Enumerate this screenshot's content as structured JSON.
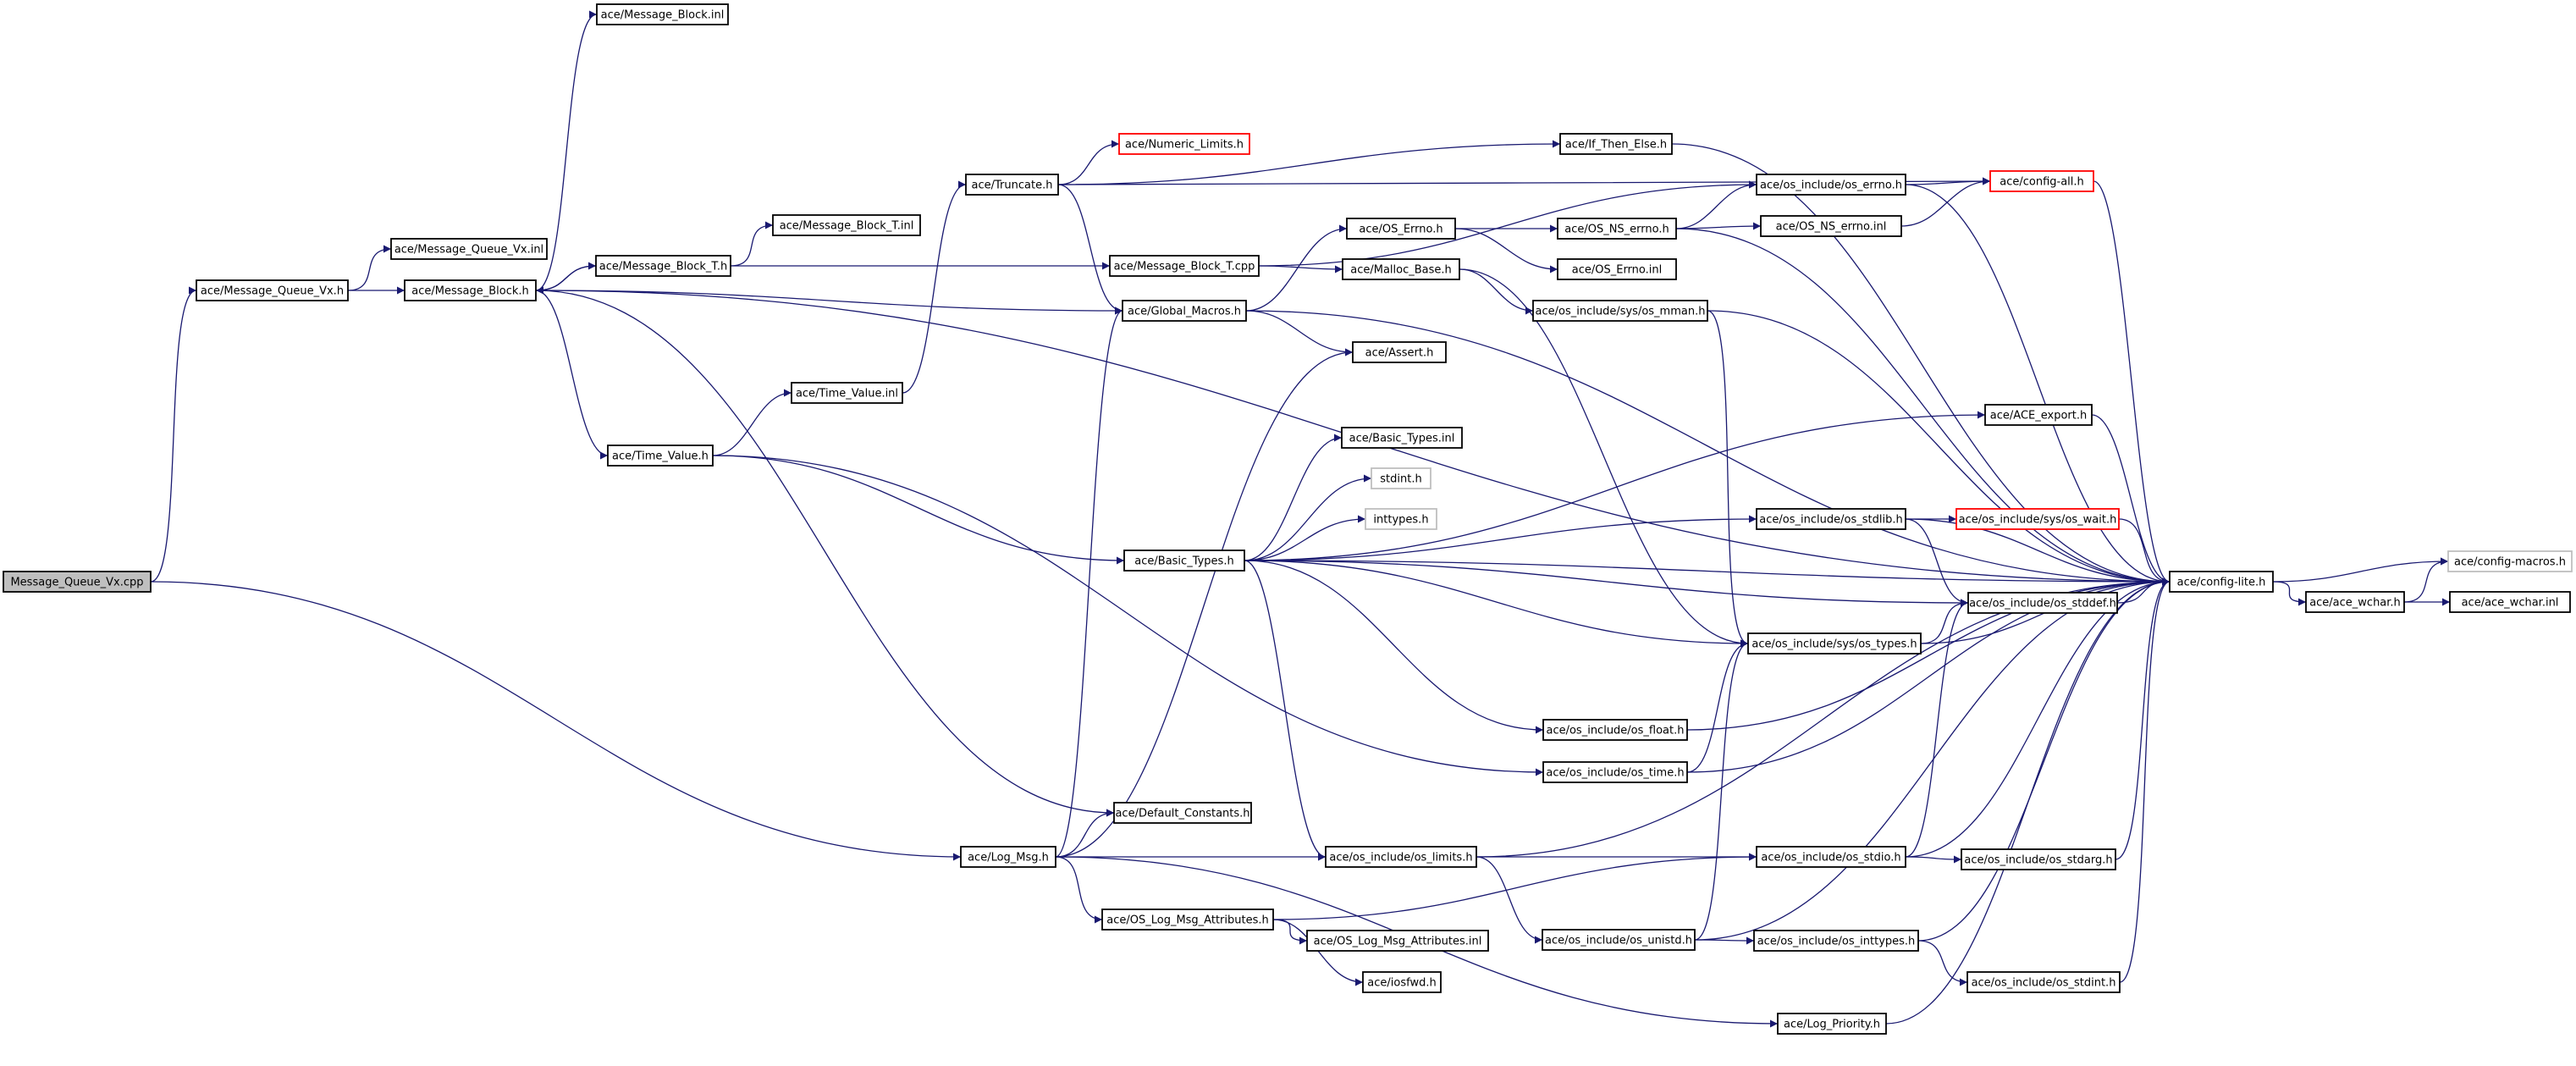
{
  "colors": {
    "edge": "#191970",
    "node_border": "#000000",
    "root_fill": "#bfbfbf",
    "incomplete_border": "#ff0000",
    "external_border": "#bfbfbf"
  },
  "nodes": [
    {
      "id": "n_root",
      "label": "Message_Queue_Vx.cpp",
      "style": "root"
    },
    {
      "id": "n_mqvxh",
      "label": "ace/Message_Queue_Vx.h",
      "style": "normal"
    },
    {
      "id": "n_mqvxinl",
      "label": "ace/Message_Queue_Vx.inl",
      "style": "normal"
    },
    {
      "id": "n_mbinl",
      "label": "ace/Message_Block.inl",
      "style": "normal"
    },
    {
      "id": "n_mbh",
      "label": "ace/Message_Block.h",
      "style": "normal"
    },
    {
      "id": "n_mbth",
      "label": "ace/Message_Block_T.h",
      "style": "normal"
    },
    {
      "id": "n_mbtinl",
      "label": "ace/Message_Block_T.inl",
      "style": "normal"
    },
    {
      "id": "n_mbtcpp",
      "label": "ace/Message_Block_T.cpp",
      "style": "normal"
    },
    {
      "id": "n_truncate",
      "label": "ace/Truncate.h",
      "style": "normal"
    },
    {
      "id": "n_numlim",
      "label": "ace/Numeric_Limits.h",
      "style": "incomplete"
    },
    {
      "id": "n_ifthen",
      "label": "ace/If_Then_Else.h",
      "style": "normal"
    },
    {
      "id": "n_configall",
      "label": "ace/config-all.h",
      "style": "incomplete"
    },
    {
      "id": "n_oserrno",
      "label": "ace/os_include/os_errno.h",
      "style": "normal"
    },
    {
      "id": "n_osnserrno",
      "label": "ace/OS_NS_errno.h",
      "style": "normal"
    },
    {
      "id": "n_osnserrnoinl",
      "label": "ace/OS_NS_errno.inl",
      "style": "normal"
    },
    {
      "id": "n_oserrnoh",
      "label": "ace/OS_Errno.h",
      "style": "normal"
    },
    {
      "id": "n_oserrnoinl",
      "label": "ace/OS_Errno.inl",
      "style": "normal"
    },
    {
      "id": "n_mallocbase",
      "label": "ace/Malloc_Base.h",
      "style": "normal"
    },
    {
      "id": "n_mman",
      "label": "ace/os_include/sys/os_mman.h",
      "style": "normal"
    },
    {
      "id": "n_globalmacros",
      "label": "ace/Global_Macros.h",
      "style": "normal"
    },
    {
      "id": "n_assert",
      "label": "ace/Assert.h",
      "style": "normal"
    },
    {
      "id": "n_timevalueinl",
      "label": "ace/Time_Value.inl",
      "style": "normal"
    },
    {
      "id": "n_timevalueh",
      "label": "ace/Time_Value.h",
      "style": "normal"
    },
    {
      "id": "n_aceexport",
      "label": "ace/ACE_export.h",
      "style": "normal"
    },
    {
      "id": "n_basictypesinl",
      "label": "ace/Basic_Types.inl",
      "style": "normal"
    },
    {
      "id": "n_stdint",
      "label": "stdint.h",
      "style": "external"
    },
    {
      "id": "n_inttypes",
      "label": "inttypes.h",
      "style": "external"
    },
    {
      "id": "n_basictypesh",
      "label": "ace/Basic_Types.h",
      "style": "normal"
    },
    {
      "id": "n_osstdlib",
      "label": "ace/os_include/os_stdlib.h",
      "style": "normal"
    },
    {
      "id": "n_oswait",
      "label": "ace/os_include/sys/os_wait.h",
      "style": "incomplete"
    },
    {
      "id": "n_configlite",
      "label": "ace/config-lite.h",
      "style": "normal"
    },
    {
      "id": "n_configmacros",
      "label": "ace/config-macros.h",
      "style": "external"
    },
    {
      "id": "n_acewcharh",
      "label": "ace/ace_wchar.h",
      "style": "normal"
    },
    {
      "id": "n_acewcharinl",
      "label": "ace/ace_wchar.inl",
      "style": "normal"
    },
    {
      "id": "n_osstddef",
      "label": "ace/os_include/os_stddef.h",
      "style": "normal"
    },
    {
      "id": "n_systypes",
      "label": "ace/os_include/sys/os_types.h",
      "style": "normal"
    },
    {
      "id": "n_osfloat",
      "label": "ace/os_include/os_float.h",
      "style": "normal"
    },
    {
      "id": "n_ostime",
      "label": "ace/os_include/os_time.h",
      "style": "normal"
    },
    {
      "id": "n_defconst",
      "label": "ace/Default_Constants.h",
      "style": "normal"
    },
    {
      "id": "n_logmsg",
      "label": "ace/Log_Msg.h",
      "style": "normal"
    },
    {
      "id": "n_oslimits",
      "label": "ace/os_include/os_limits.h",
      "style": "normal"
    },
    {
      "id": "n_osstdio",
      "label": "ace/os_include/os_stdio.h",
      "style": "normal"
    },
    {
      "id": "n_osstdarg",
      "label": "ace/os_include/os_stdarg.h",
      "style": "normal"
    },
    {
      "id": "n_oslmah",
      "label": "ace/OS_Log_Msg_Attributes.h",
      "style": "normal"
    },
    {
      "id": "n_oslmainl",
      "label": "ace/OS_Log_Msg_Attributes.inl",
      "style": "normal"
    },
    {
      "id": "n_iosfwd",
      "label": "ace/iosfwd.h",
      "style": "normal"
    },
    {
      "id": "n_osunistd",
      "label": "ace/os_include/os_unistd.h",
      "style": "normal"
    },
    {
      "id": "n_osinttypes",
      "label": "ace/os_include/os_inttypes.h",
      "style": "normal"
    },
    {
      "id": "n_osstdint",
      "label": "ace/os_include/os_stdint.h",
      "style": "normal"
    },
    {
      "id": "n_logpriority",
      "label": "ace/Log_Priority.h",
      "style": "normal"
    }
  ],
  "edges": [
    [
      "n_root",
      "n_mqvxh"
    ],
    [
      "n_root",
      "n_logmsg"
    ],
    [
      "n_mqvxh",
      "n_mqvxinl"
    ],
    [
      "n_mqvxh",
      "n_mbh"
    ],
    [
      "n_mbh",
      "n_mbinl"
    ],
    [
      "n_mbh",
      "n_mbth"
    ],
    [
      "n_mbh",
      "n_globalmacros"
    ],
    [
      "n_mbh",
      "n_timevalueh"
    ],
    [
      "n_mbh",
      "n_defconst"
    ],
    [
      "n_mbh",
      "n_configlite"
    ],
    [
      "n_mbth",
      "n_mbtinl"
    ],
    [
      "n_mbth",
      "n_mbtcpp"
    ],
    [
      "n_mbth",
      "n_mbh"
    ],
    [
      "n_mbtcpp",
      "n_mallocbase"
    ],
    [
      "n_mbtcpp",
      "n_oserrno"
    ],
    [
      "n_truncate",
      "n_numlim"
    ],
    [
      "n_truncate",
      "n_ifthen"
    ],
    [
      "n_truncate",
      "n_configall"
    ],
    [
      "n_truncate",
      "n_globalmacros"
    ],
    [
      "n_ifthen",
      "n_configlite"
    ],
    [
      "n_configall",
      "n_configlite"
    ],
    [
      "n_oserrno",
      "n_configall"
    ],
    [
      "n_oserrno",
      "n_configlite"
    ],
    [
      "n_osnserrno",
      "n_oserrno"
    ],
    [
      "n_osnserrno",
      "n_osnserrnoinl"
    ],
    [
      "n_osnserrno",
      "n_configlite"
    ],
    [
      "n_osnserrnoinl",
      "n_configall"
    ],
    [
      "n_oserrnoh",
      "n_osnserrno"
    ],
    [
      "n_oserrnoh",
      "n_oserrnoinl"
    ],
    [
      "n_globalmacros",
      "n_oserrnoh"
    ],
    [
      "n_globalmacros",
      "n_assert"
    ],
    [
      "n_globalmacros",
      "n_configlite"
    ],
    [
      "n_mallocbase",
      "n_mman"
    ],
    [
      "n_mallocbase",
      "n_systypes"
    ],
    [
      "n_mman",
      "n_systypes"
    ],
    [
      "n_mman",
      "n_configlite"
    ],
    [
      "n_timevalueh",
      "n_timevalueinl"
    ],
    [
      "n_timevalueh",
      "n_basictypesh"
    ],
    [
      "n_timevalueh",
      "n_ostime"
    ],
    [
      "n_timevalueinl",
      "n_truncate"
    ],
    [
      "n_aceexport",
      "n_configlite"
    ],
    [
      "n_basictypesh",
      "n_basictypesinl"
    ],
    [
      "n_basictypesh",
      "n_stdint"
    ],
    [
      "n_basictypesh",
      "n_inttypes"
    ],
    [
      "n_basictypesh",
      "n_aceexport"
    ],
    [
      "n_basictypesh",
      "n_osstdlib"
    ],
    [
      "n_basictypesh",
      "n_configlite"
    ],
    [
      "n_basictypesh",
      "n_osstddef"
    ],
    [
      "n_basictypesh",
      "n_systypes"
    ],
    [
      "n_basictypesh",
      "n_osfloat"
    ],
    [
      "n_basictypesh",
      "n_oslimits"
    ],
    [
      "n_osstdlib",
      "n_oswait"
    ],
    [
      "n_osstdlib",
      "n_osstddef"
    ],
    [
      "n_osstdlib",
      "n_configlite"
    ],
    [
      "n_oswait",
      "n_configlite"
    ],
    [
      "n_configlite",
      "n_configmacros"
    ],
    [
      "n_configlite",
      "n_acewcharh"
    ],
    [
      "n_acewcharh",
      "n_acewcharinl"
    ],
    [
      "n_acewcharh",
      "n_configmacros"
    ],
    [
      "n_osstddef",
      "n_configlite"
    ],
    [
      "n_systypes",
      "n_osstddef"
    ],
    [
      "n_systypes",
      "n_configlite"
    ],
    [
      "n_osfloat",
      "n_configlite"
    ],
    [
      "n_ostime",
      "n_systypes"
    ],
    [
      "n_ostime",
      "n_configlite"
    ],
    [
      "n_logmsg",
      "n_defconst"
    ],
    [
      "n_logmsg",
      "n_globalmacros"
    ],
    [
      "n_logmsg",
      "n_assert"
    ],
    [
      "n_logmsg",
      "n_oslimits"
    ],
    [
      "n_logmsg",
      "n_oslmah"
    ],
    [
      "n_logmsg",
      "n_logpriority"
    ],
    [
      "n_oslimits",
      "n_osstdio"
    ],
    [
      "n_oslimits",
      "n_osunistd"
    ],
    [
      "n_oslimits",
      "n_configlite"
    ],
    [
      "n_osstdio",
      "n_osstdarg"
    ],
    [
      "n_osstdio",
      "n_osstddef"
    ],
    [
      "n_osstdio",
      "n_configlite"
    ],
    [
      "n_osstdarg",
      "n_configlite"
    ],
    [
      "n_oslmah",
      "n_oslmainl"
    ],
    [
      "n_oslmah",
      "n_iosfwd"
    ],
    [
      "n_oslmah",
      "n_osstdio"
    ],
    [
      "n_osunistd",
      "n_osinttypes"
    ],
    [
      "n_osunistd",
      "n_systypes"
    ],
    [
      "n_osunistd",
      "n_configlite"
    ],
    [
      "n_osinttypes",
      "n_osstdint"
    ],
    [
      "n_osinttypes",
      "n_configlite"
    ],
    [
      "n_osstdint",
      "n_configlite"
    ],
    [
      "n_logpriority",
      "n_configlite"
    ]
  ]
}
